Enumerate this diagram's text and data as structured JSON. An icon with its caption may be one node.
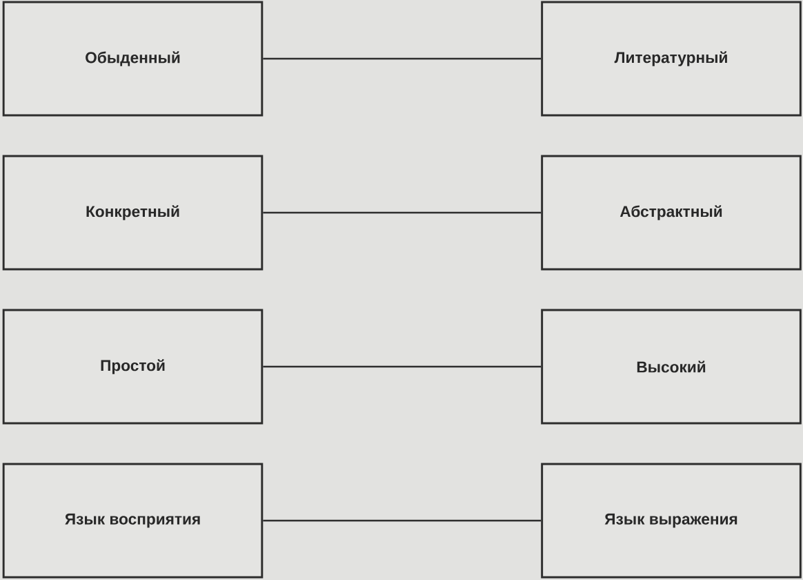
{
  "diagram": {
    "nodes": [
      {
        "text": [
          "Обыденный"
        ]
      },
      {
        "text": [
          "Литературный"
        ]
      },
      {
        "text": [
          "Конкретный"
        ]
      },
      {
        "text": [
          "Абстрактный"
        ]
      },
      {
        "text": [
          "Простой"
        ]
      },
      {
        "text": [
          "Высокий"
        ]
      },
      {
        "text": [
          "Язык восприятия"
        ]
      },
      {
        "text": [
          "Язык выражения"
        ]
      }
    ],
    "edges": [
      {
        "from": 0,
        "to": 1,
        "arrow": "none"
      },
      {
        "from": 2,
        "to": 3,
        "arrow": "none"
      },
      {
        "from": 4,
        "to": 5,
        "arrow": "none"
      },
      {
        "from": 6,
        "to": 7,
        "arrow": "none"
      }
    ]
  }
}
